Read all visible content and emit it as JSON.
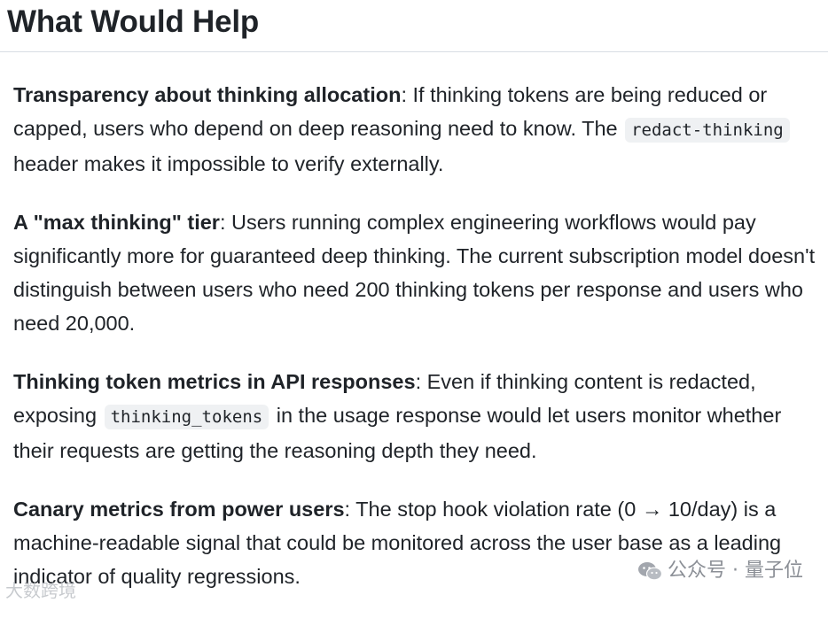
{
  "heading": "What Would Help",
  "items": [
    {
      "title": "Transparency about thinking allocation",
      "text_1": ": If thinking tokens are being reduced or capped, users who depend on deep reasoning need to know. The ",
      "code": "redact-thinking",
      "text_2": " header makes it impossible to verify externally."
    },
    {
      "title": "A \"max thinking\" tier",
      "text_1": ": Users running complex engineering workflows would pay significantly more for guaranteed deep thinking. The current subscription model doesn't distinguish between users who need 200 thinking tokens per response and users who need 20,000."
    },
    {
      "title": "Thinking token metrics in API responses",
      "text_1": ": Even if thinking content is redacted, exposing ",
      "code": "thinking_tokens",
      "text_2": " in the usage response would let users monitor whether their requests are getting the reasoning depth they need."
    },
    {
      "title": "Canary metrics from power users",
      "text_1": ": The stop hook violation rate (0 → 10/day) is a machine-readable signal that could be monitored across the user base as a leading indicator of quality regressions."
    }
  ],
  "watermarks": {
    "right": "公众号 · 量子位",
    "left": "大数跨境",
    "icon": "wechat-icon"
  }
}
